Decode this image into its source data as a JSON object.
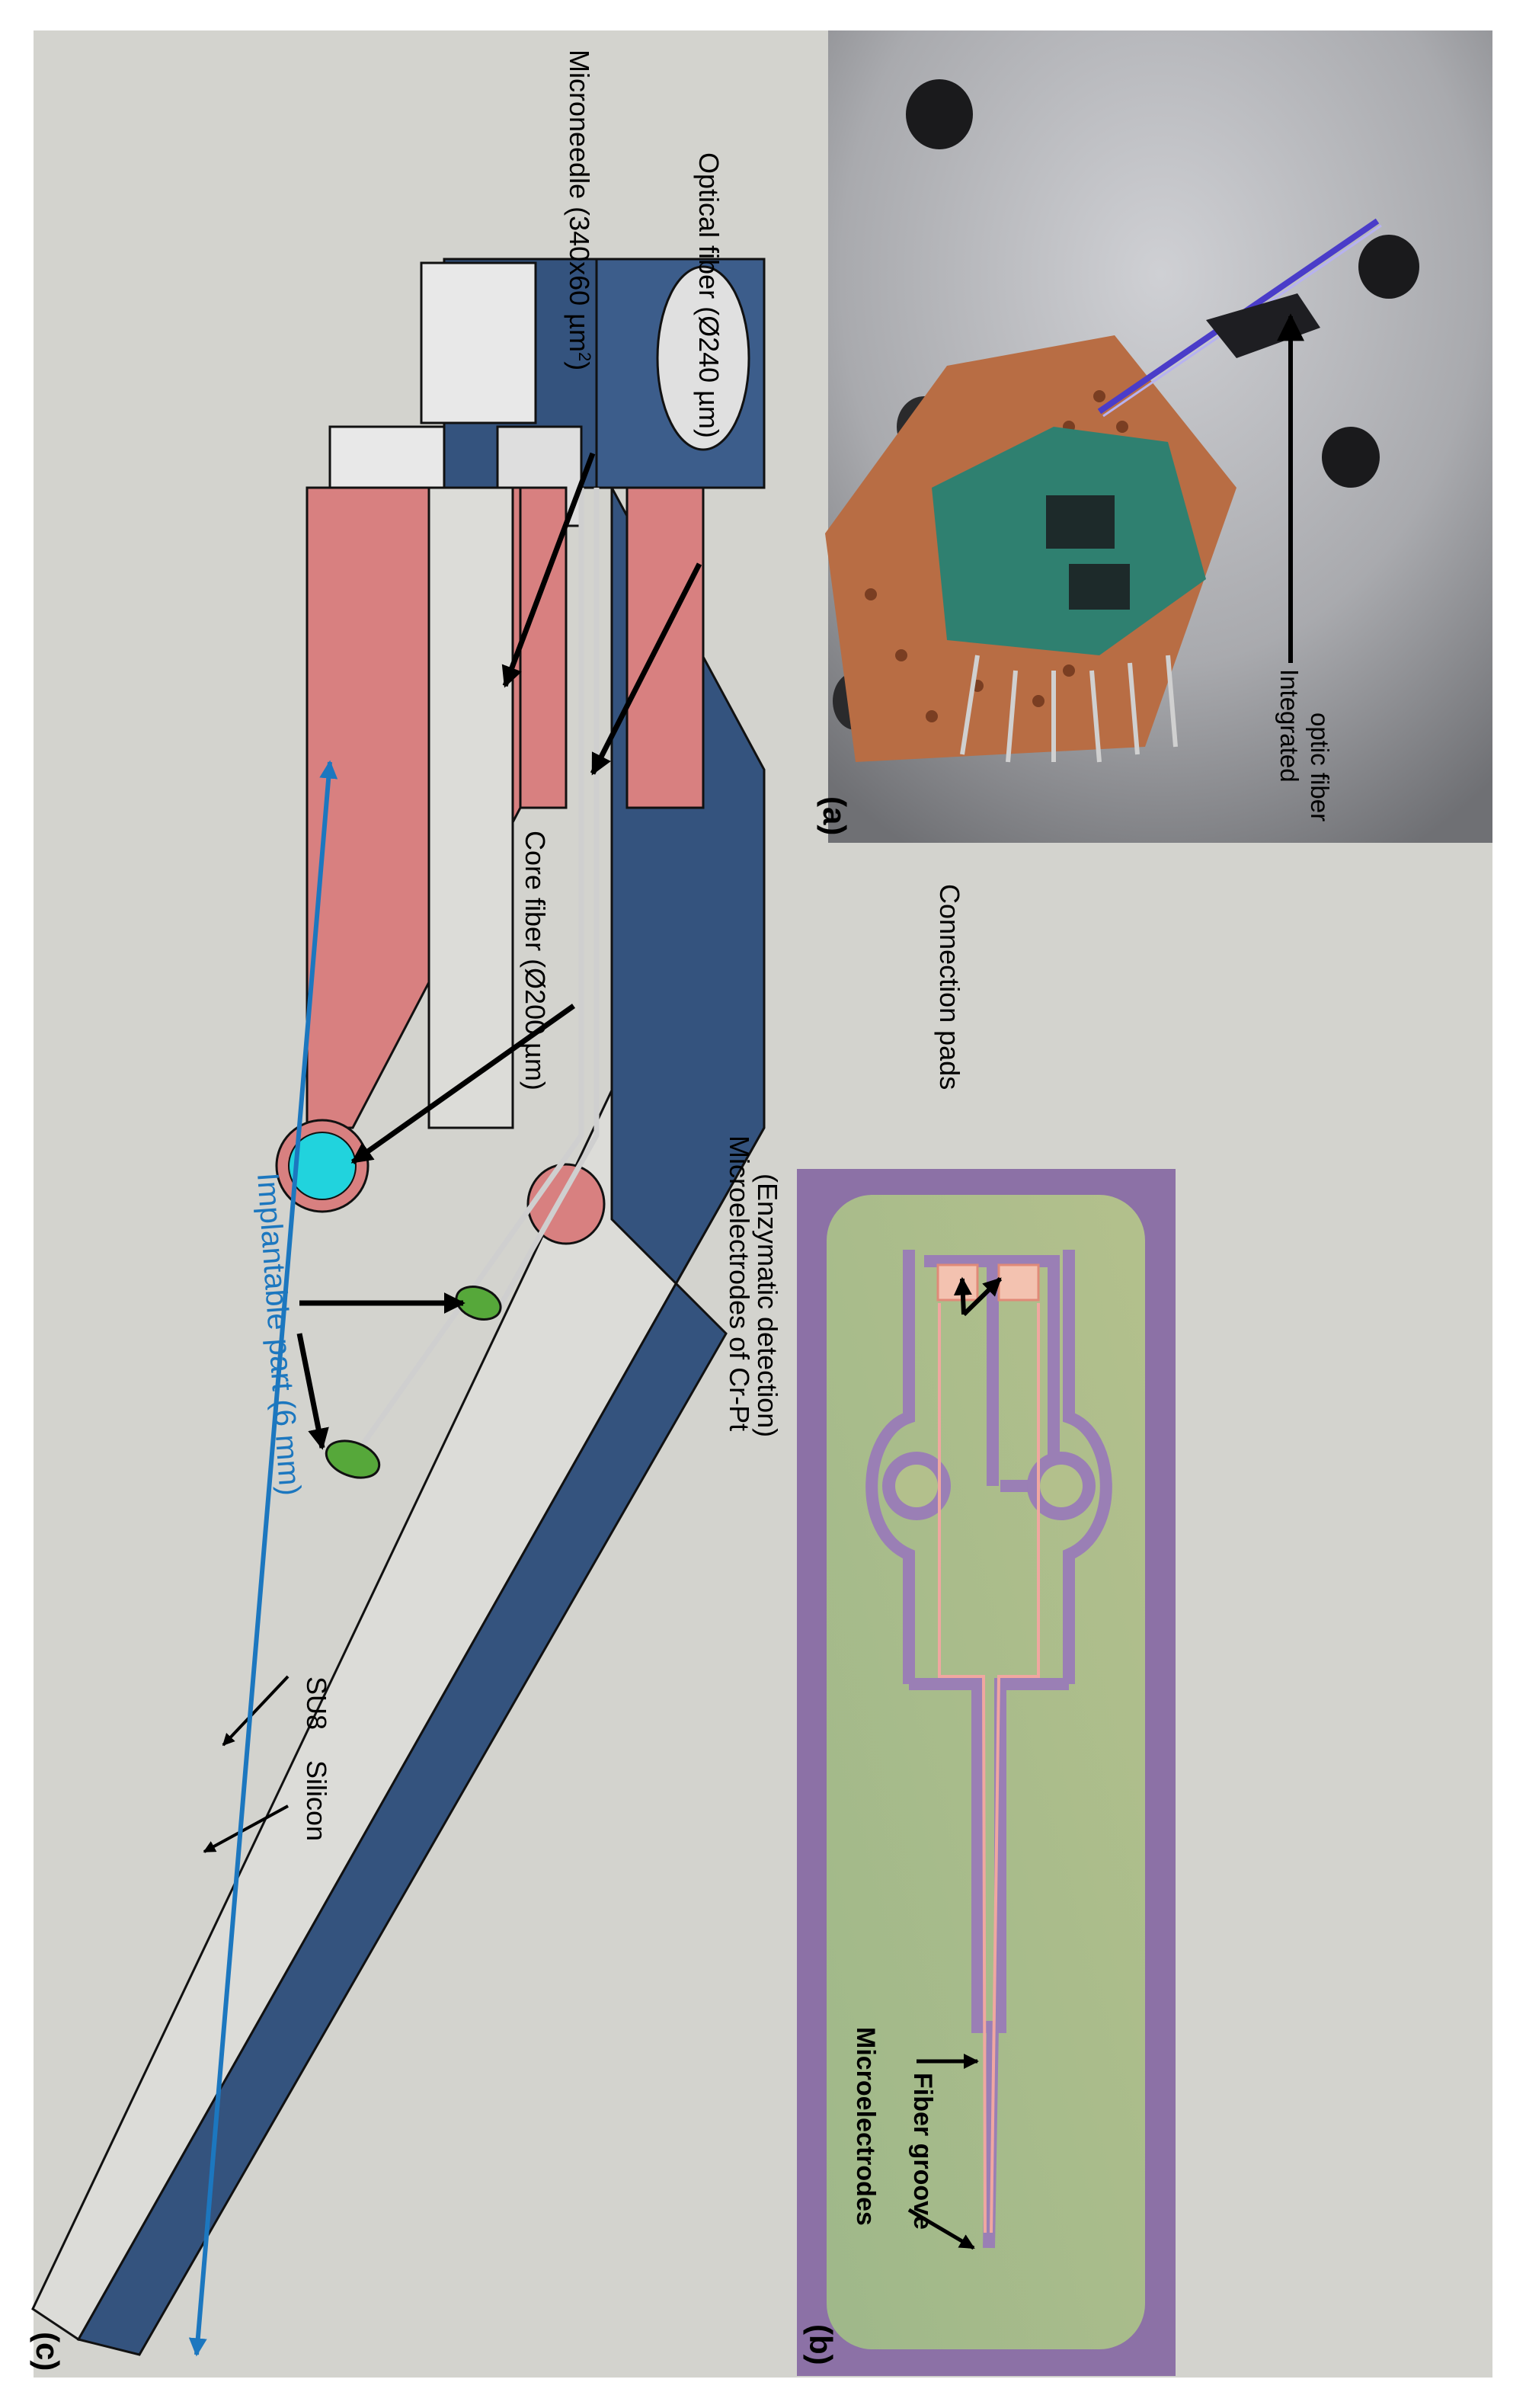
{
  "panels": {
    "a": {
      "tag": "(a)",
      "caption_line1": "Integrated",
      "caption_line2": "optic fiber"
    },
    "b": {
      "tag": "(b)",
      "connection_pads": "Connection pads",
      "microelectrodes": "Microelectrodes",
      "fiber_groove": "Fiber groove"
    },
    "c": {
      "tag": "(c)"
    }
  },
  "labels": {
    "microneedle_prefix": "Microneedle (340x60 µm",
    "microneedle_sup": "2",
    "microneedle_suffix": ")",
    "optical_fiber": "Optical fiber (Ø240 µm)",
    "core_fiber": "Core fiber (Ø200 µm)",
    "microelectrodes_line1": "Microelectrodes of Cr-Pt",
    "microelectrodes_line2": "(Enzymatic detection)",
    "su8": "SU8",
    "silicon": "Silicon",
    "implantable": "Implantable part (6 mm)"
  },
  "colors": {
    "background": "#d3d3ce",
    "su8_layer": "#34537e",
    "silicon_layer": "#dcdcd8",
    "fiber_cladding": "#d88080",
    "fiber_core": "#21d3dd",
    "electrode": "#56a83a",
    "dimension_arrow": "#1c77bf",
    "chip_purple": "#8e6fa3",
    "chip_green": "#b5c48a",
    "pad_color": "#f3c2b0"
  }
}
